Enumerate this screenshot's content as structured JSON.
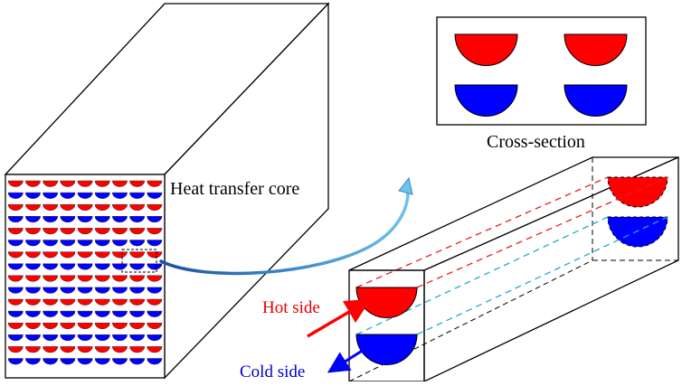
{
  "labels": {
    "core": "Heat transfer core",
    "cross_section": "Cross-section",
    "hot_side": "Hot side",
    "cold_side": "Cold side"
  },
  "colors": {
    "hot": "#ff0000",
    "cold": "#0000ff",
    "hot_line": "#e8201e",
    "cold_line": "#22aacc",
    "outline": "#000000",
    "hot_text": "#e60000",
    "cold_text": "#0000cc",
    "curve": "#2e7bbf"
  },
  "core_grid": {
    "rows": 16,
    "cols": 9,
    "pattern": [
      "hot",
      "cold"
    ]
  }
}
